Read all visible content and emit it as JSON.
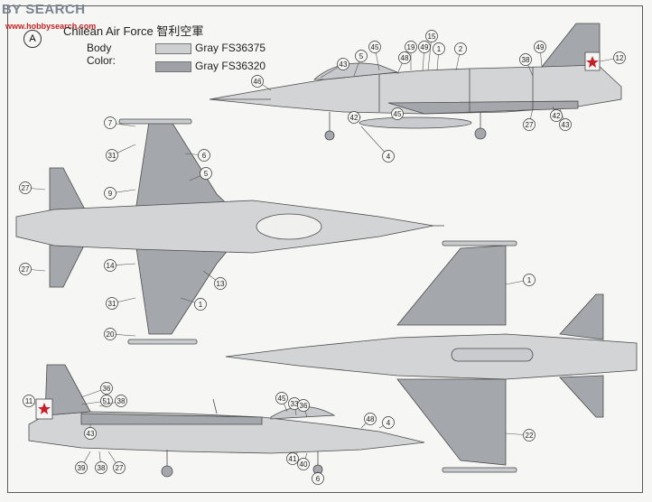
{
  "watermark": {
    "text": "BY SEARCH",
    "url": "www.hobbysearch.com"
  },
  "marker": "A",
  "title": "Chilean Air Force 智利空軍",
  "legend": {
    "label": "Body Color:",
    "items": [
      {
        "name": "Gray",
        "code": "FS36375",
        "color": "#cfd0d2"
      },
      {
        "name": "Gray",
        "code": "FS36320",
        "color": "#9ea1a6"
      }
    ]
  },
  "colors": {
    "light": "#d3d4d6",
    "dark": "#a4a7ab",
    "line": "#4a4a4a",
    "national_marking": "#c8202a"
  },
  "callouts": {
    "side_top": [
      "43",
      "5",
      "46",
      "48",
      "45",
      "19",
      "15",
      "2",
      "49",
      "1",
      "4",
      "49",
      "38",
      "12",
      "45",
      "42",
      "27",
      "42",
      "43"
    ],
    "top_view": [
      "7",
      "31",
      "6",
      "9",
      "27",
      "5",
      "27",
      "14",
      "13",
      "31",
      "1",
      "20"
    ],
    "bottom_view": [
      "1",
      "22"
    ],
    "side_bottom": [
      "11",
      "36",
      "51",
      "38",
      "45",
      "33",
      "36",
      "48",
      "4",
      "43",
      "39",
      "38",
      "27",
      "41",
      "40",
      "6"
    ]
  }
}
